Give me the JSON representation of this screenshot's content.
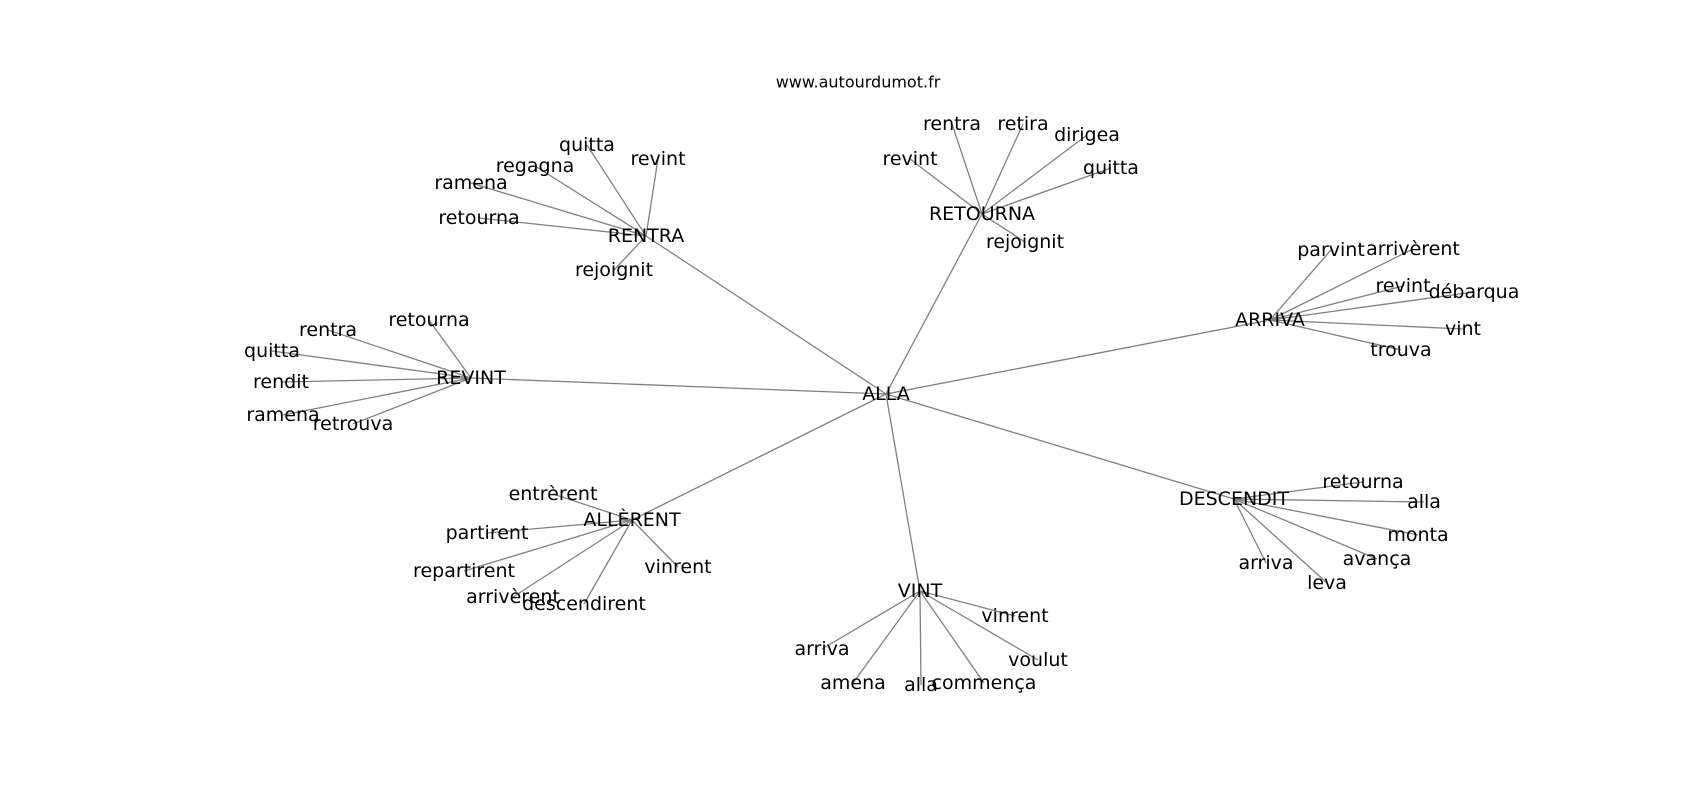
{
  "header": {
    "site": "www.autourdumot.fr"
  },
  "graph": {
    "center": "ALLA",
    "groups": [
      {
        "hub": "RENTRA",
        "leaves": [
          "quitta",
          "revint",
          "regagna",
          "ramena",
          "retourna",
          "rejoignit"
        ]
      },
      {
        "hub": "RETOURNA",
        "leaves": [
          "rentra",
          "retira",
          "dirigea",
          "revint",
          "quitta",
          "rejoignit"
        ]
      },
      {
        "hub": "ARRIVA",
        "leaves": [
          "parvint",
          "arrivèrent",
          "revint",
          "débarqua",
          "vint",
          "trouva"
        ]
      },
      {
        "hub": "REVINT",
        "leaves": [
          "retourna",
          "rentra",
          "quitta",
          "rendit",
          "ramena",
          "retrouva"
        ]
      },
      {
        "hub": "ALLÈRENT",
        "leaves": [
          "entrèrent",
          "partirent",
          "repartirent",
          "arrivèrent",
          "descendirent",
          "vinrent"
        ]
      },
      {
        "hub": "DESCENDIT",
        "leaves": [
          "retourna",
          "alla",
          "monta",
          "avança",
          "arriva",
          "leva"
        ]
      },
      {
        "hub": "VINT",
        "leaves": [
          "vinrent",
          "voulut",
          "arriva",
          "amena",
          "alla",
          "commença"
        ]
      }
    ]
  }
}
